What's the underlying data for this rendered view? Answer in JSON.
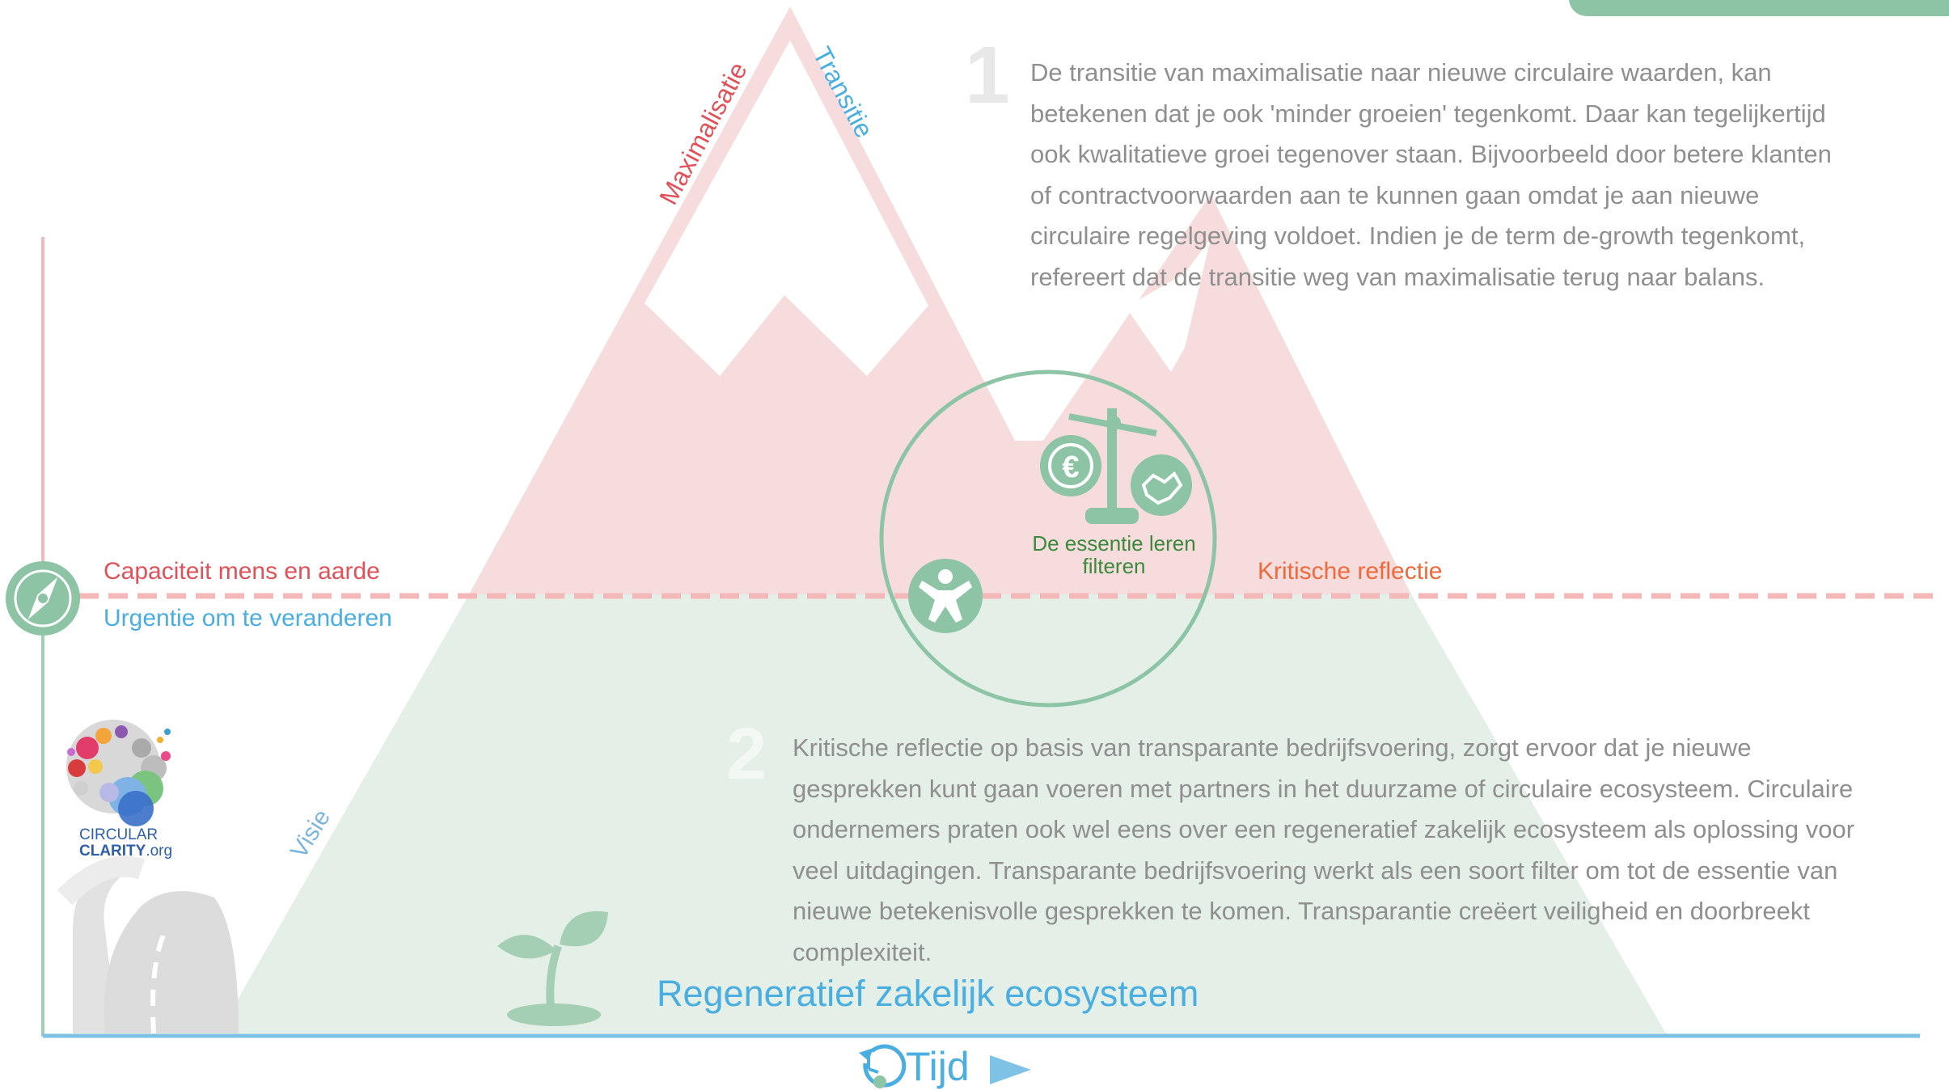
{
  "peak_labels": {
    "maximalisatie": "Maximalisatie",
    "transitie": "Transitie",
    "visie": "Visie"
  },
  "point_1": {
    "number": "1",
    "lines": [
      "De transitie van maximalisatie naar nieuwe circulaire waarden, kan",
      "betekenen dat je ook 'minder groeien' tegenkomt. Daar kan tegelijkertijd",
      "ook kwalitatieve groei tegenover staan. Bijvoorbeeld door betere klanten",
      "of contractvoorwaarden aan te kunnen gaan omdat je aan nieuwe",
      "circulaire regelgeving voldoet. Indien je de term de-growth tegenkomt,",
      "refereert dat de transitie weg van maximalisatie terug naar balans."
    ]
  },
  "point_2": {
    "number": "2",
    "lines": [
      "Kritische reflectie op basis van transparante bedrijfsvoering, zorgt ervoor dat je nieuwe",
      "gesprekken kunt gaan voeren met partners in het duurzame of circulaire ecosysteem. Circulaire",
      "ondernemers praten ook wel eens over een regeneratief zakelijk ecosysteem als oplossing voor",
      "veel uitdagingen. Transparante bedrijfsvoering werkt als een soort filter om tot de essentie van",
      "nieuwe betekenisvolle gesprekken te komen. Transparantie creëert veiligheid en doorbreekt",
      "complexiteit."
    ]
  },
  "threshold": {
    "capaciteit": "Capaciteit mens en aarde",
    "urgentie": "Urgentie om te veranderen",
    "kritische_reflectie": "Kritische reflectie"
  },
  "circle": {
    "essentie_line1": "De essentie leren",
    "essentie_line2": "filteren"
  },
  "bottom": {
    "ecosysteem": "Regeneratief zakelijk ecosysteem",
    "tijd": "Tijd"
  },
  "logo": {
    "line1": "CIRCULAR",
    "line2_bold": "CLARITY",
    "line2_suffix": ".org"
  },
  "colors": {
    "red_mountain": "#f6dcdc",
    "green_mountain": "#e3efe7",
    "red_text": "#e0525a",
    "blue_text": "#4aaee0",
    "green_circle": "#8dc4a6",
    "orange_text": "#ee6a3a",
    "dark_green_text": "#3a8a3c",
    "grey_text": "#8f8f8f"
  }
}
